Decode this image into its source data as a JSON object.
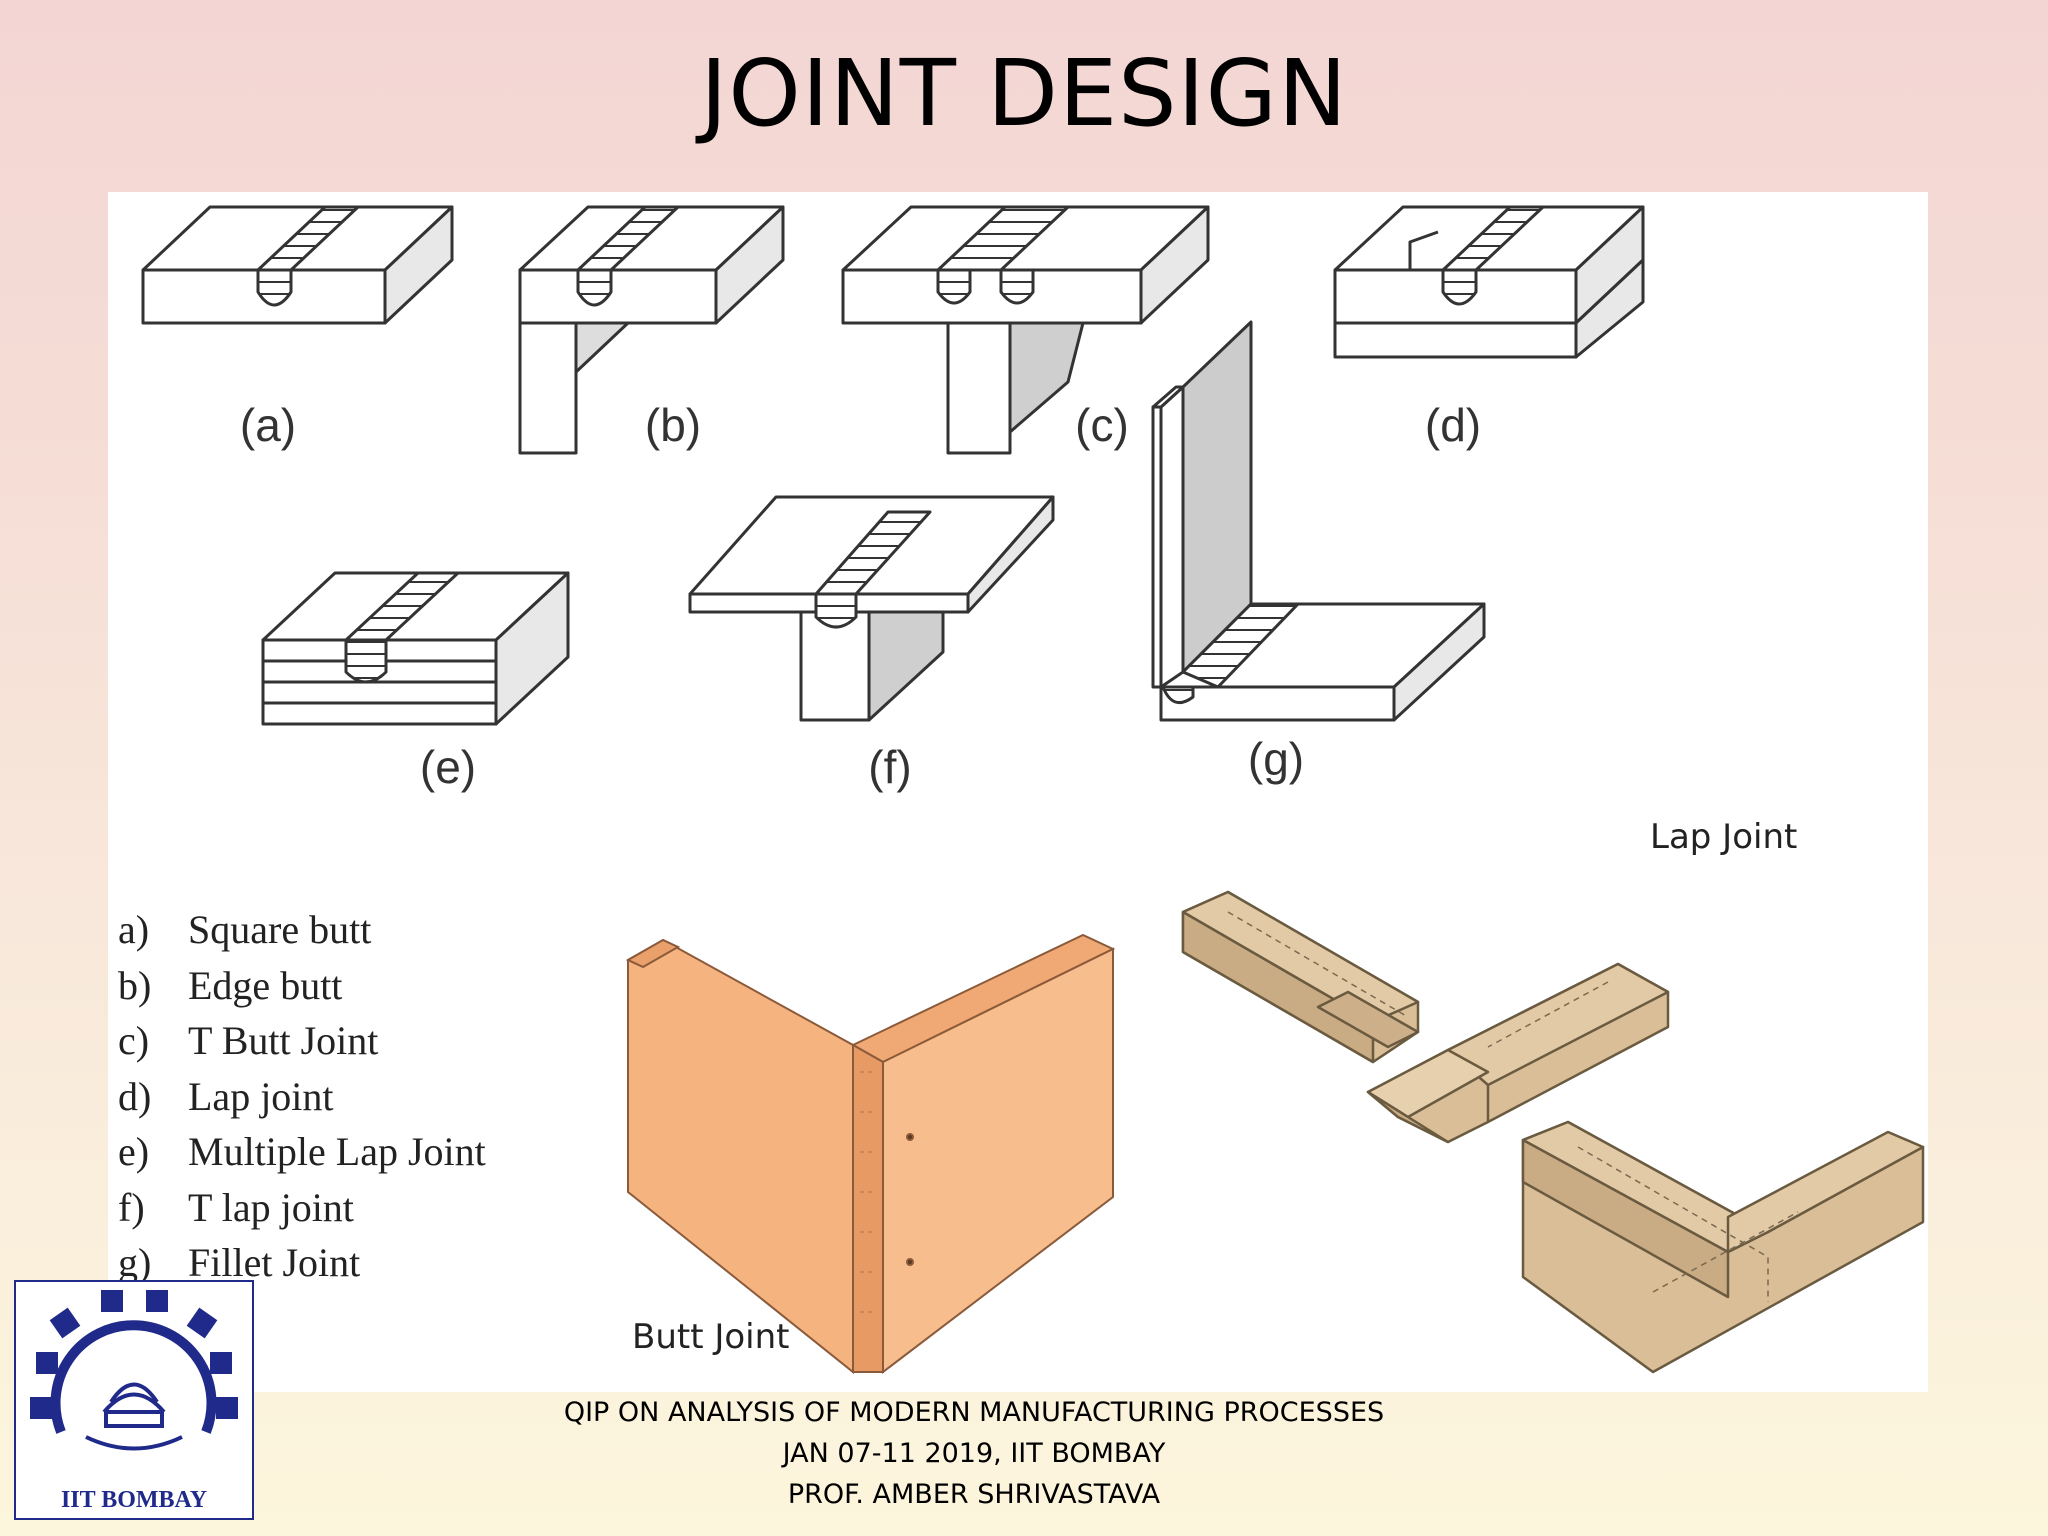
{
  "title": "JOINT DESIGN",
  "figure_labels": [
    "(a)",
    "(b)",
    "(c)",
    "(d)",
    "(e)",
    "(f)",
    "(g)"
  ],
  "legend": [
    {
      "key": "a)",
      "text": "Square butt"
    },
    {
      "key": "b)",
      "text": "Edge butt"
    },
    {
      "key": "c)",
      "text": "T Butt Joint"
    },
    {
      "key": "d)",
      "text": "Lap joint"
    },
    {
      "key": "e)",
      "text": "Multiple Lap Joint"
    },
    {
      "key": "f)",
      "text": "T lap joint"
    },
    {
      "key": "g)",
      "text": "Fillet Joint"
    }
  ],
  "captions": {
    "butt": "Butt Joint",
    "lap": "Lap Joint"
  },
  "logo": {
    "text": "IIT BOMBAY"
  },
  "footer": {
    "line1": "QIP ON ANALYSIS OF MODERN MANUFACTURING PROCESSES",
    "line2": "JAN 07-11 2019, IIT BOMBAY",
    "line3": "PROF. AMBER SHRIVASTAVA"
  },
  "colors": {
    "wood_orange": "#f5b37f",
    "wood_tan": "#d9be98",
    "logo_blue": "#1f2a8a"
  }
}
